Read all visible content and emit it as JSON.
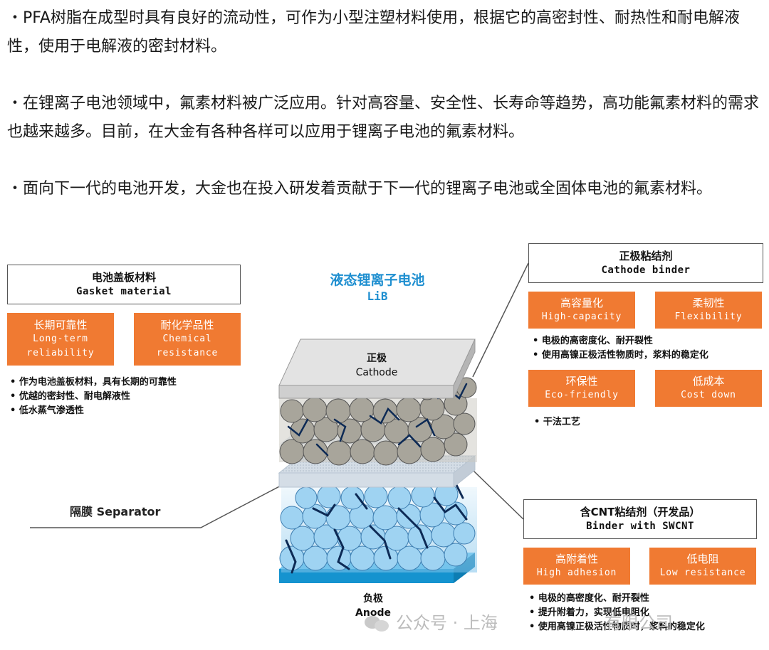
{
  "paragraphs": [
    "・PFA树脂在成型时具有良好的流动性，可作为小型注塑材料使用，根据它的高密封性、耐热性和耐电解液性，使用于电解液的密封材料。",
    "・在锂离子电池领域中，氟素材料被广泛应用。针对高容量、安全性、长寿命等趋势，高功能氟素材料的需求也越来越多。目前，在大金有各种各样可以应用于锂离子电池的氟素材料。",
    "・面向下一代的电池开发，大金也在投入研发着贡献于下一代的锂离子电池或全固体电池的氟素材料。"
  ],
  "diagram_title": {
    "zh": "液态锂离子电池",
    "en": "LiB"
  },
  "gasket": {
    "zh": "电池盖板材料",
    "en": "Gasket material",
    "features": [
      {
        "zh": "长期可靠性",
        "en1": "Long-term",
        "en2": "reliability"
      },
      {
        "zh": "耐化学品性",
        "en1": "Chemical",
        "en2": "resistance"
      }
    ],
    "bullets": [
      "• 作为电池盖板材料，具有长期的可靠性",
      "• 优越的密封性、耐电解液性",
      "• 低水蒸气渗透性"
    ]
  },
  "cathode_binder": {
    "zh": "正极粘结剂",
    "en": "Cathode binder",
    "features_top": [
      {
        "zh": "高容量化",
        "en": "High-capacity"
      },
      {
        "zh": "柔韧性",
        "en": "Flexibility"
      }
    ],
    "bullets_top": [
      "• 电极的高密度化、耐开裂性",
      "• 使用高镍正极活性物质时，浆料的稳定化"
    ],
    "features_bottom": [
      {
        "zh": "环保性",
        "en": "Eco-friendly"
      },
      {
        "zh": "低成本",
        "en": "Cost down"
      }
    ],
    "bullets_bottom": [
      "• 干法工艺"
    ]
  },
  "cnt_binder": {
    "zh": "含CNT粘结剂（开发品）",
    "en": "Binder with SWCNT",
    "features": [
      {
        "zh": "高附着性",
        "en": "High adhesion"
      },
      {
        "zh": "低电阻",
        "en": "Low resistance"
      }
    ],
    "bullets": [
      "• 电极的高密度化、耐开裂性",
      "• 提升附着力，实现低电阻化",
      "• 使用高镍正极活性物质时，浆料的稳定化"
    ]
  },
  "cathode_label": {
    "zh": "正极",
    "en": "Cathode"
  },
  "anode_label": {
    "zh": "负极",
    "en": "Anode"
  },
  "separator_label": "隔膜 Separator",
  "watermark": "公众号 · 上海",
  "watermark_tail": "有限公司",
  "colors": {
    "orange": "#f07a32",
    "title_blue": "#1f8fd0",
    "anode_blue": "#9fd3f2",
    "cathode_gray": "#a8a59b"
  }
}
